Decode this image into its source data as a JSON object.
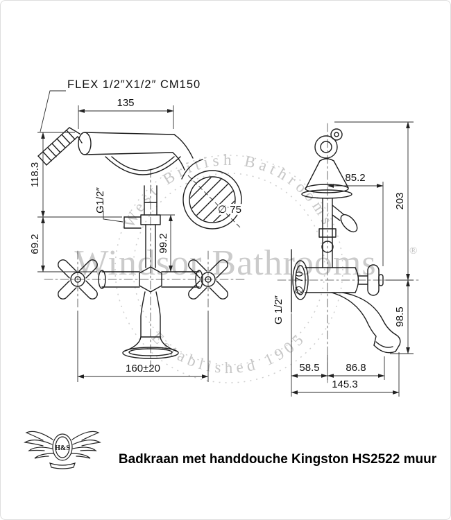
{
  "product": {
    "title": "Badkraan met handdouche Kingston HS2522 muur"
  },
  "logo": {
    "monogram": "H&S"
  },
  "watermark": {
    "arc_top": "West British Bathrooms",
    "name": "Windsor Bathrooms",
    "registered": "®",
    "arc_bottom": "Established 1905"
  },
  "callouts": {
    "flex_hose": "FLEX 1/2″X1/2″ CM150"
  },
  "front_view": {
    "dim_width_top": "135",
    "dim_height_upper": "118.3",
    "thread": "G1/2″",
    "dim_height_lower": "69.2",
    "dim_spout_height": "99.2",
    "dia_head": "∅ 75",
    "dim_mounting_width": "160±20"
  },
  "side_view": {
    "dim_top_reach": "85.2",
    "dim_total_height": "203",
    "dia_rosette": "∅ 70",
    "thread": "G 1/2″",
    "dim_lower_height": "98.5",
    "dim_wall_to_center": "58.5",
    "dim_center_to_outlet": "86.8",
    "dim_total_reach": "145.3"
  },
  "colors": {
    "ink": "#1c1c1c",
    "watermark_gray": "#c9c9c9",
    "background": "#ffffff"
  }
}
